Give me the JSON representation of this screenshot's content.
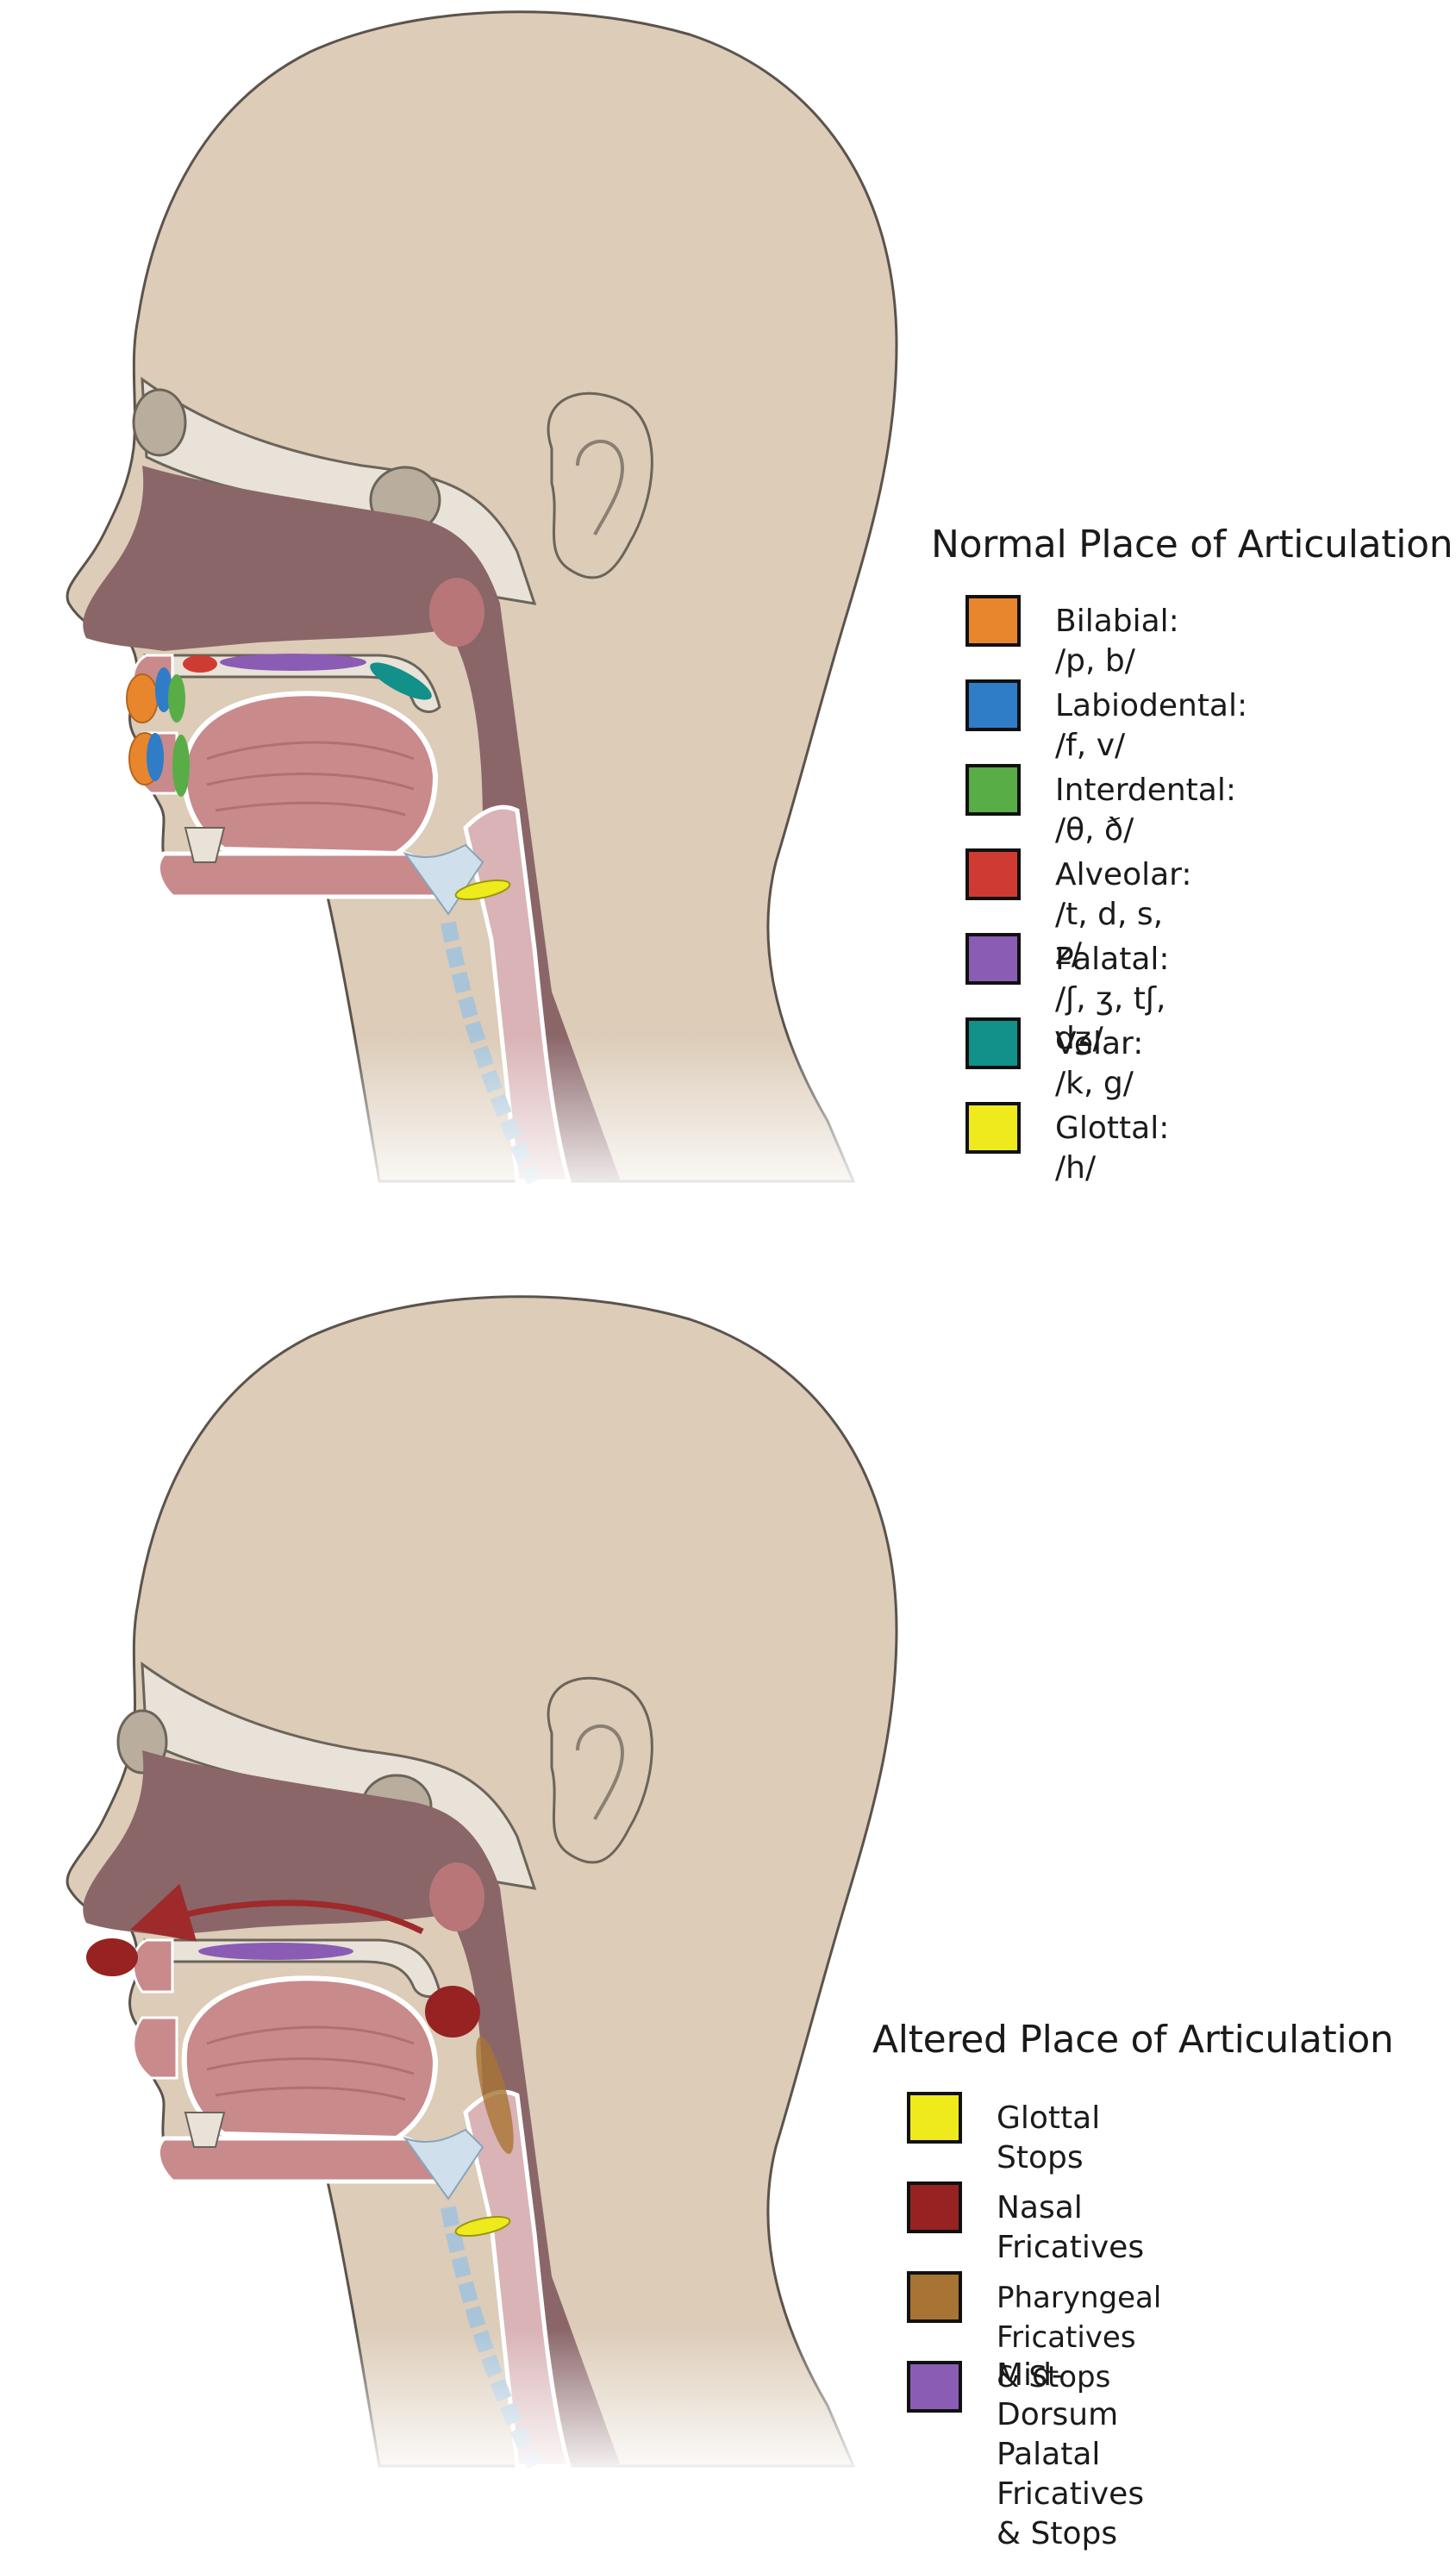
{
  "colors": {
    "skin": "#dcccb8",
    "skin_outline": "#5b534c",
    "cavity": "#8a6669",
    "tongue": "#c98a8c",
    "bone": "#e8e2d8",
    "arrow": "#9e2a2b"
  },
  "normal": {
    "title": "Normal Place of Articulation",
    "items": [
      {
        "label": "Bilabial: /p, b/",
        "color": "#e8862e"
      },
      {
        "label": "Labiodental: /f, v/",
        "color": "#2f7cc7"
      },
      {
        "label": "Interdental: /θ, ð/",
        "color": "#59ad47"
      },
      {
        "label": "Alveolar: /t, d, s, z/",
        "color": "#cf3b32"
      },
      {
        "label": "Palatal: /ʃ, ʒ, tʃ, dʒ/",
        "color": "#8a5cb3"
      },
      {
        "label": "Velar: /k, g/",
        "color": "#12908a"
      },
      {
        "label": "Glottal: /h/",
        "color": "#eeea1c"
      }
    ]
  },
  "altered": {
    "title": "Altered Place of Articulation",
    "items": [
      {
        "label": "Glottal Stops",
        "color": "#eeea1c"
      },
      {
        "label": "Nasal Fricatives",
        "color": "#962222"
      },
      {
        "label": "Pharyngeal Fricatives & Stops",
        "color": "#a77434"
      },
      {
        "label": "Mid-Dorsum Palatal\nFricatives & Stops",
        "color": "#8a5cb3"
      }
    ]
  }
}
